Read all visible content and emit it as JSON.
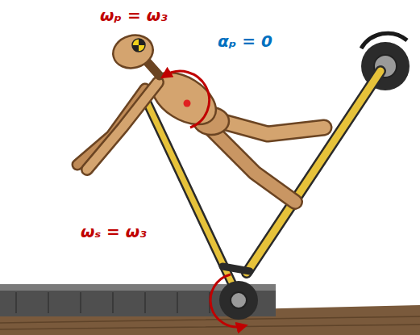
{
  "diagram": {
    "labels": [
      "ωₚ = ω₃",
      "αₚ = 0",
      "ωₛ = ω₃"
    ]
  }
}
